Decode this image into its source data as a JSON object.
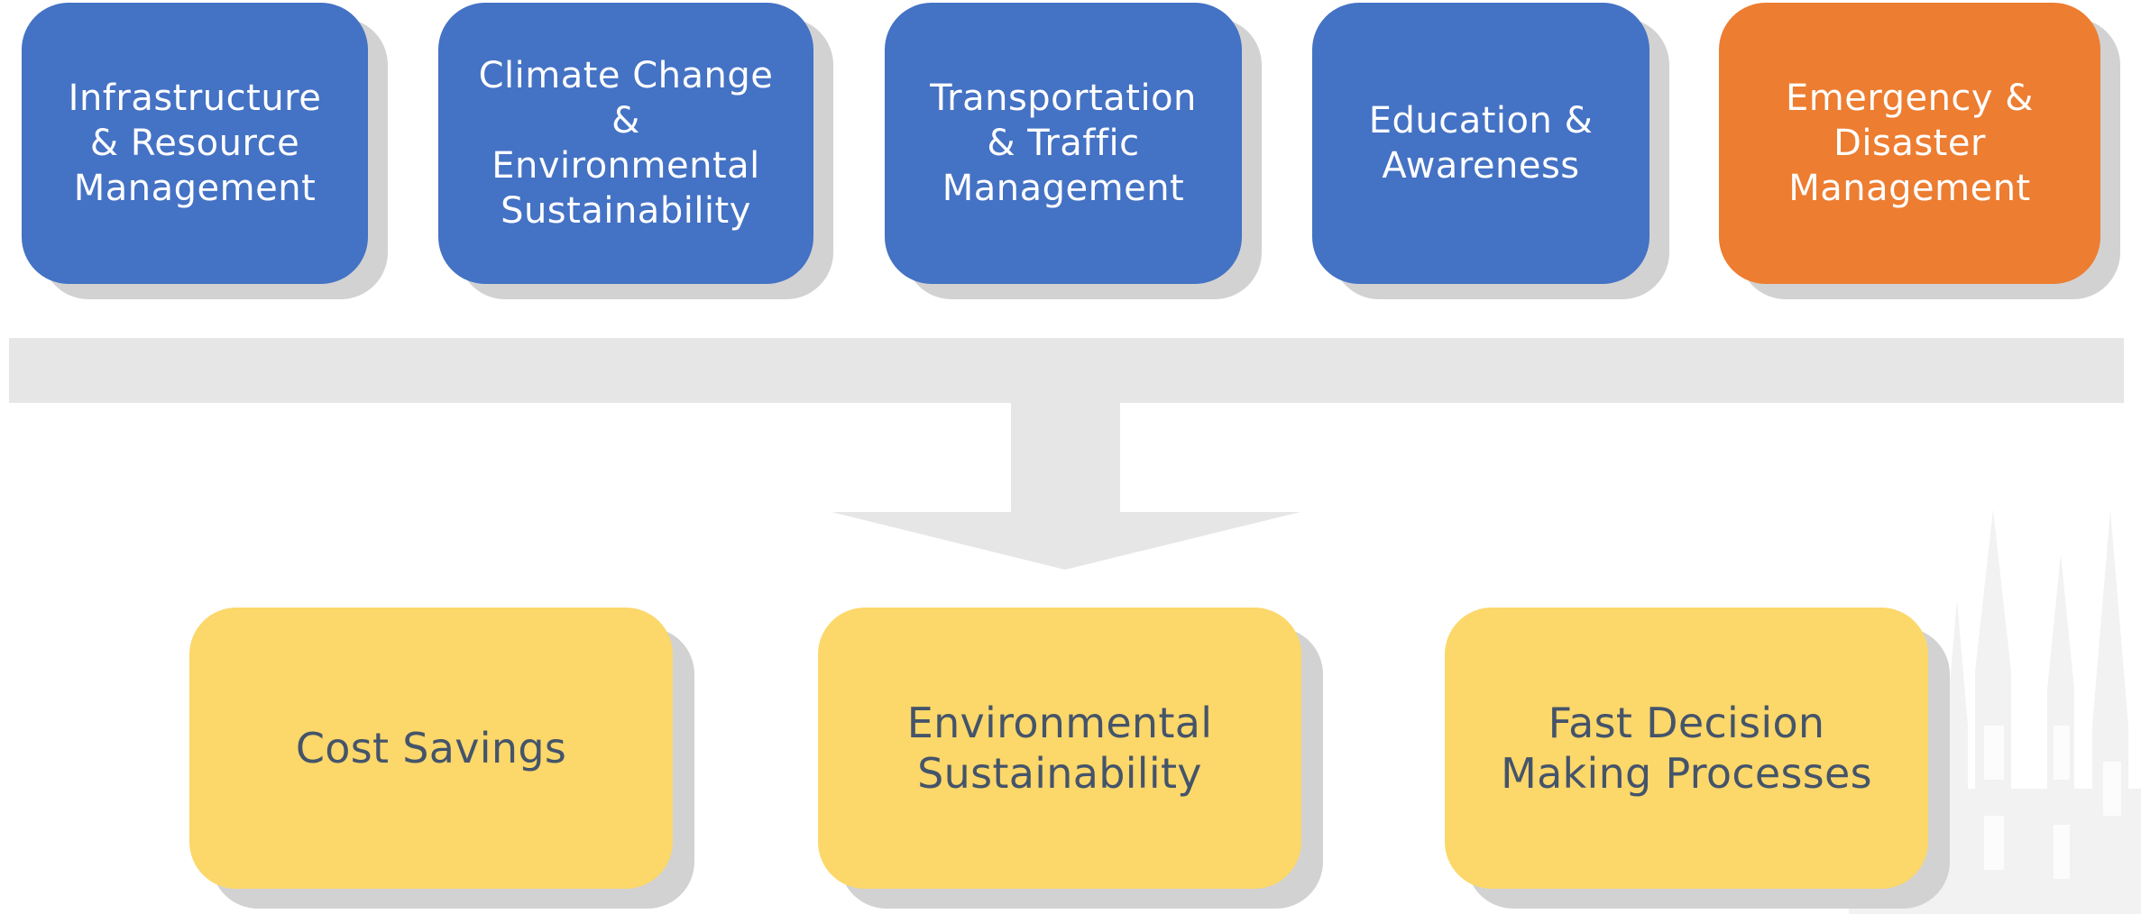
{
  "colors": {
    "blue": "#4472c4",
    "orange": "#ed7d31",
    "yellow": "#fcd76a",
    "shadow": "#d2d2d2",
    "connector": "#e6e6e6",
    "bottom_text": "#44546a"
  },
  "domains": [
    {
      "label": "Infrastructure\n& Resource\nManagement",
      "color": "blue"
    },
    {
      "label": "Climate Change\n&\nEnvironmental\nSustainability",
      "color": "blue"
    },
    {
      "label": "Transportation\n& Traffic\nManagement",
      "color": "blue"
    },
    {
      "label": "Education &\nAwareness",
      "color": "blue"
    },
    {
      "label": "Emergency &\nDisaster\nManagement",
      "color": "orange"
    }
  ],
  "benefits": [
    {
      "label": "Cost Savings"
    },
    {
      "label": "Environmental\nSustainability"
    },
    {
      "label": "Fast Decision\nMaking Processes"
    }
  ],
  "decoration": {
    "watermark": "cathedral-silhouette"
  }
}
